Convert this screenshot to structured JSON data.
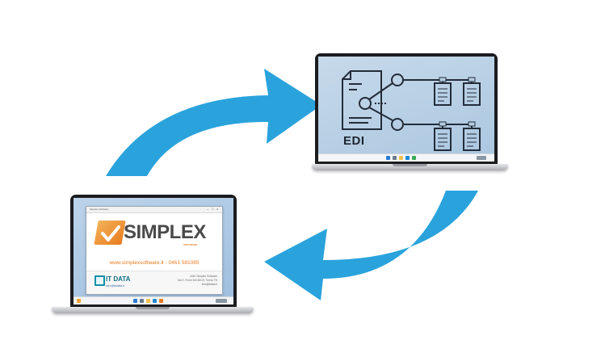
{
  "colors": {
    "arrow": "#2aa3dc",
    "edi_screen": "#b6cee4",
    "edi_ink": "#232c3a",
    "simplex_orange": "#e87b1e",
    "simplex_gray": "#4a4a4a",
    "itdata_teal": "#0f8fa8"
  },
  "edi_laptop": {
    "label": "EDI",
    "icon": "edi-document-network-icon"
  },
  "simplex_laptop": {
    "window_title": "Simplex Software",
    "logo_word": "SIMPLEX",
    "logo_sub": "SOFTWARE",
    "website": "www.simplexsoftware.it - 0461 581085",
    "vendor_name": "IT DATA",
    "vendor_email": "info@itdata.it",
    "vendor_info_line1": "I.&M. Simplex Software",
    "vendor_info_line2": "Via E. Fermi 5/A 38121 Trento TN",
    "vendor_info_line3": "info@itdata.it"
  },
  "icons": {
    "arrow_top": "arrow-right-curved-icon",
    "arrow_bottom": "arrow-left-curved-icon"
  }
}
